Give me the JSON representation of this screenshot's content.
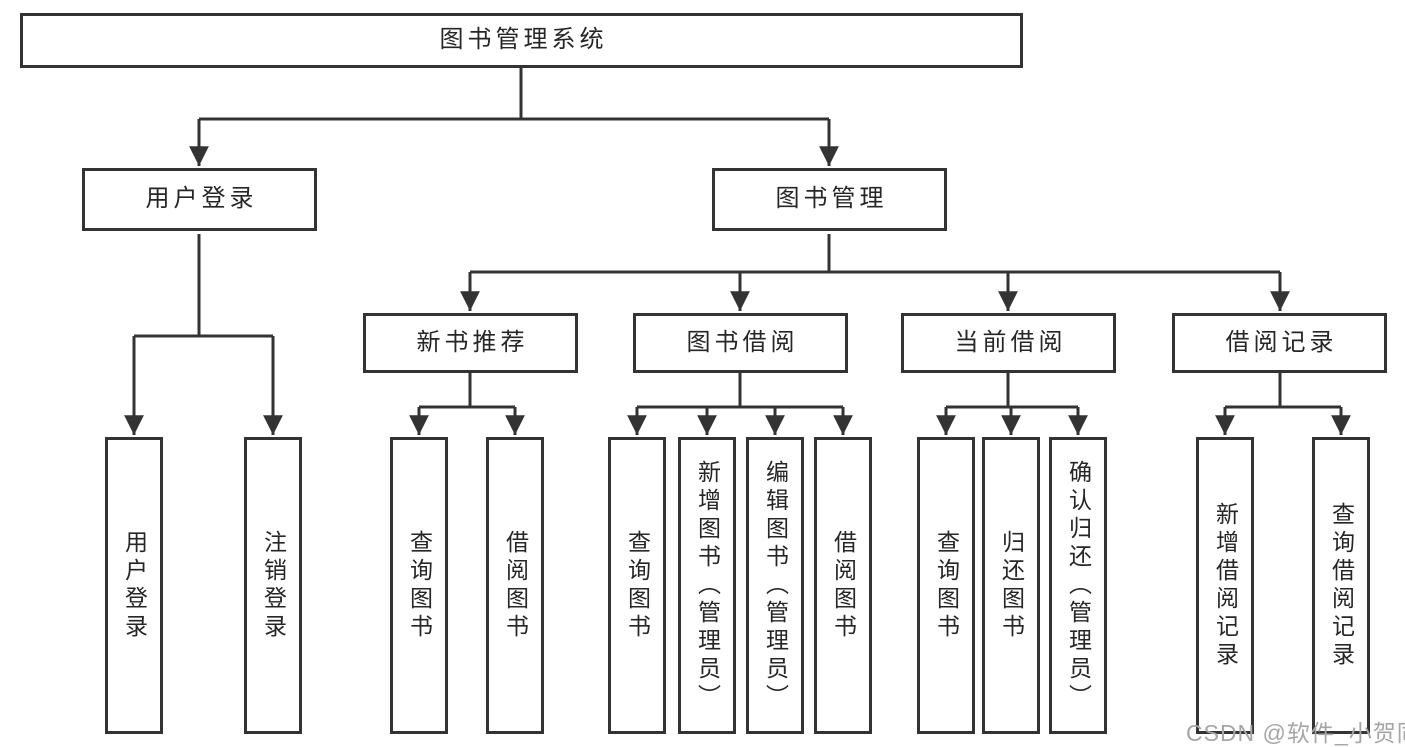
{
  "diagram": {
    "type": "hierarchy-tree",
    "watermark": "CSDN @软件_小贺同学",
    "colors": {
      "background": "#ffffff",
      "line": "#333333",
      "box_border": "#333333",
      "text": "#262626",
      "watermark": "#a6a6a6"
    },
    "nodes": {
      "root": {
        "label": "图书管理系统",
        "children": [
          "user_login",
          "book_mgmt"
        ]
      },
      "user_login": {
        "label": "用户登录",
        "children": [
          "login",
          "logout"
        ]
      },
      "book_mgmt": {
        "label": "图书管理",
        "children": [
          "new_book_rec",
          "book_borrow",
          "current_borrow",
          "borrow_records"
        ]
      },
      "login": {
        "label": "用户登录"
      },
      "logout": {
        "label": "注销登录"
      },
      "new_book_rec": {
        "label": "新书推荐",
        "children": [
          "nb_query",
          "nb_borrow"
        ]
      },
      "book_borrow": {
        "label": "图书借阅",
        "children": [
          "bb_query",
          "bb_add",
          "bb_edit",
          "bb_borrow"
        ]
      },
      "current_borrow": {
        "label": "当前借阅",
        "children": [
          "cb_query",
          "cb_return",
          "cb_confirm"
        ]
      },
      "borrow_records": {
        "label": "借阅记录",
        "children": [
          "br_add",
          "br_query"
        ]
      },
      "nb_query": {
        "label": "查询图书"
      },
      "nb_borrow": {
        "label": "借阅图书"
      },
      "bb_query": {
        "label": "查询图书"
      },
      "bb_add": {
        "label": "新增图书（管理员）"
      },
      "bb_edit": {
        "label": "编辑图书（管理员）"
      },
      "bb_borrow": {
        "label": "借阅图书"
      },
      "cb_query": {
        "label": "查询图书"
      },
      "cb_return": {
        "label": "归还图书"
      },
      "cb_confirm": {
        "label": "确认归还（管理员）"
      },
      "br_add": {
        "label": "新增借阅记录"
      },
      "br_query": {
        "label": "查询借阅记录"
      }
    }
  }
}
